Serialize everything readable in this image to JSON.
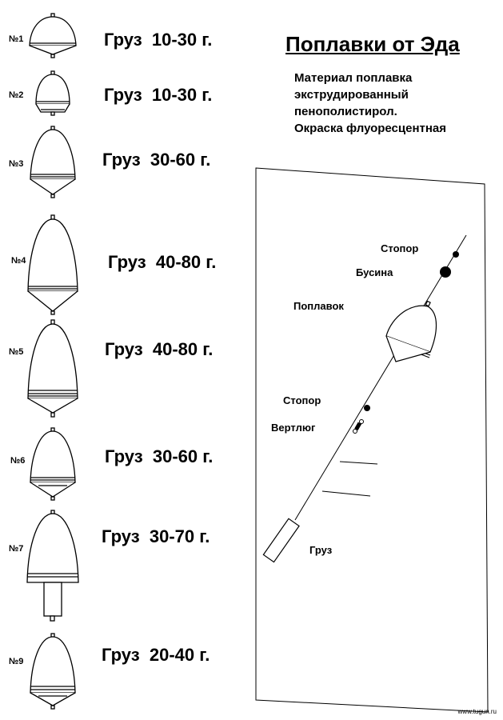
{
  "title": "Поплавки от Эда",
  "description": [
    "Материал поплавка",
    "экструдированный",
    "пенополистирол.",
    "Окраска флуоресцентная"
  ],
  "floats": [
    {
      "number": "№1",
      "weight": "Груз  10-30 г."
    },
    {
      "number": "№2",
      "weight": "Груз  10-30 г."
    },
    {
      "number": "№3",
      "weight": "Груз  30-60 г."
    },
    {
      "number": "№4",
      "weight": "Груз  40-80 г."
    },
    {
      "number": "№5",
      "weight": "Груз  40-80 г."
    },
    {
      "number": "№6",
      "weight": "Груз  30-60 г."
    },
    {
      "number": "№7",
      "weight": "Груз  30-70 г."
    },
    {
      "number": "№9",
      "weight": "Груз  20-40 г."
    }
  ],
  "rig": {
    "stopper_top": "Стопор",
    "bead": "Бусина",
    "float": "Поплавок",
    "stopper_bottom": "Стопор",
    "swivel": "Вертлюг",
    "sinker": "Груз"
  },
  "footer": "www.tugun.ru"
}
